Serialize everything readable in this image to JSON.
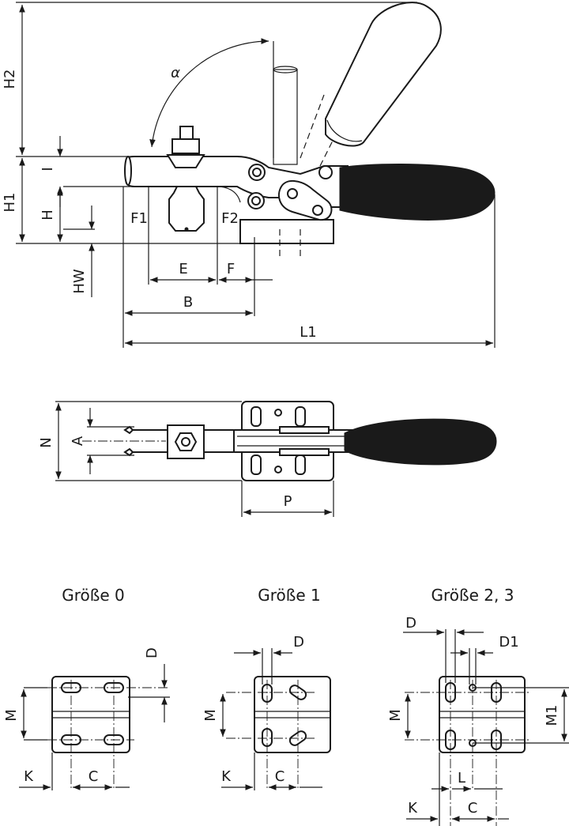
{
  "views": {
    "side": {
      "labels": {
        "H2": "H2",
        "H1": "H1",
        "I": "I",
        "H": "H",
        "HW": "HW",
        "alpha": "α",
        "F1": "F1",
        "F2": "F2",
        "E": "E",
        "F": "F",
        "B": "B",
        "L1": "L1"
      }
    },
    "top": {
      "labels": {
        "N": "N",
        "A": "A",
        "P": "P"
      }
    },
    "sizes": [
      {
        "title": "Größe 0",
        "labels": {
          "D": "D",
          "M": "M",
          "K": "K",
          "C": "C"
        }
      },
      {
        "title": "Größe 1",
        "labels": {
          "D": "D",
          "M": "M",
          "K": "K",
          "C": "C"
        }
      },
      {
        "title": "Größe 2, 3",
        "labels": {
          "D": "D",
          "D1": "D1",
          "M": "M",
          "M1": "M1",
          "K": "K",
          "C": "C",
          "L": "L"
        }
      }
    ]
  },
  "colors": {
    "ink": "#1a1a1a",
    "background": "#ffffff"
  }
}
